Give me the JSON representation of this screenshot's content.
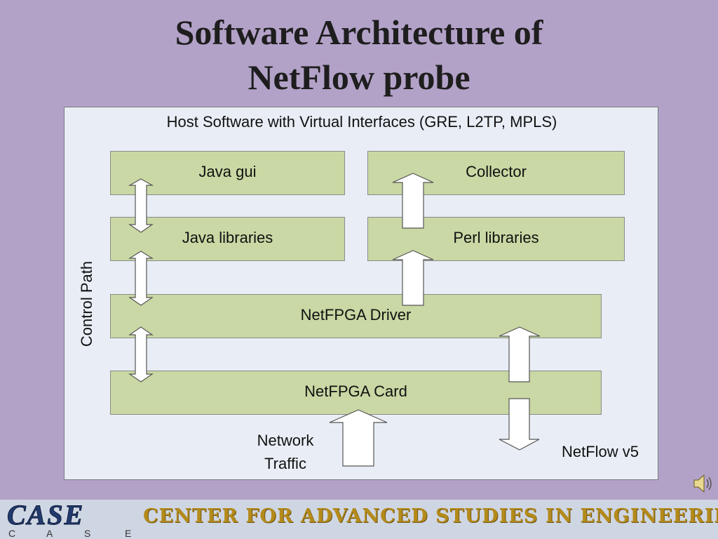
{
  "slide": {
    "title_line1": "Software Architecture of",
    "title_line2": "NetFlow probe"
  },
  "diagram": {
    "host_label": "Host Software with Virtual Interfaces (GRE, L2TP, MPLS)",
    "boxes": {
      "java_gui": "Java gui",
      "collector": "Collector",
      "java_libraries": "Java libraries",
      "perl_libraries": "Perl libraries",
      "netfpga_driver": "NetFPGA Driver",
      "netfpga_card": "NetFPGA Card"
    },
    "control_path": "Control Path",
    "network_traffic_line1": "Network",
    "network_traffic_line2": "Traffic",
    "netflow_v5": "NetFlow v5"
  },
  "footer": {
    "logo_text": "CASE",
    "logo_letters": [
      "C",
      "A",
      "S",
      "E"
    ],
    "banner": "CENTER FOR ADVANCED STUDIES IN ENGINEERING"
  },
  "icons": {
    "speaker": "speaker-icon"
  }
}
